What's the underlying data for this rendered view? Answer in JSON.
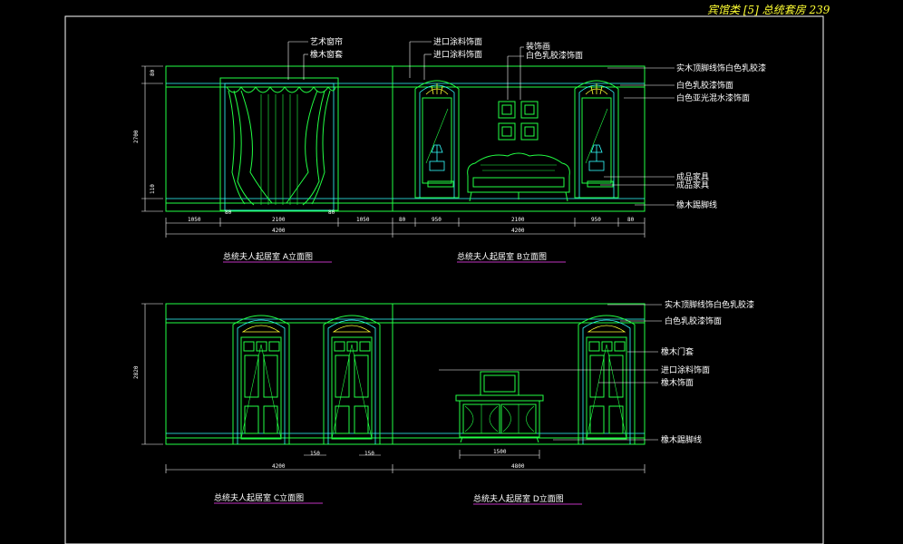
{
  "header": {
    "title": "宾馆类 [5] 总统套房 239"
  },
  "elevations": {
    "a": {
      "title": "总统夫人起居室 A立面图"
    },
    "b": {
      "title": "总统夫人起居室 B立面图"
    },
    "c": {
      "title": "总统夫人起居室 C立面图"
    },
    "d": {
      "title": "总统夫人起居室 D立面图"
    }
  },
  "labels": {
    "art_curtain": "艺术窗帘",
    "wood_curtain_box": "橡木窗套",
    "imported_paint_1": "进口涂料饰面",
    "imported_paint_2": "进口涂料饰面",
    "decoration": "装饰画",
    "white_latex": "白色乳胶漆饰面",
    "top_molding_b": "实木顶脚线饰白色乳胶漆",
    "white_latex_b": "白色乳胶漆饰面",
    "white_gloss": "白色亚光混水漆饰面",
    "furniture_1": "成品家具",
    "furniture_2": "成品家具",
    "baseboard_b": "橡木踢脚线",
    "top_molding_d": "实木顶脚线饰白色乳胶漆",
    "white_latex_d": "白色乳胶漆饰面",
    "door_frame": "橡木门套",
    "imported_paint_d": "进口涂料饰面",
    "wood_finish": "橡木饰面",
    "baseboard_d": "橡木踢脚线"
  },
  "dimensions": {
    "a_height": "2700",
    "a_top": "80",
    "a_base": "110",
    "a_w1": "1050",
    "a_w2": "2100",
    "a_w3": "1050",
    "a_w4": "80",
    "a_w5": "80",
    "a_total": "4200",
    "b_w1": "80",
    "b_w2": "950",
    "b_w3": "2100",
    "b_w4": "950",
    "b_w5": "80",
    "b_total": "4200",
    "c_height": "2820",
    "c_door1": "150",
    "c_door2": "150",
    "c_total": "4200",
    "d_cabinet": "1500",
    "d_total": "4800"
  }
}
